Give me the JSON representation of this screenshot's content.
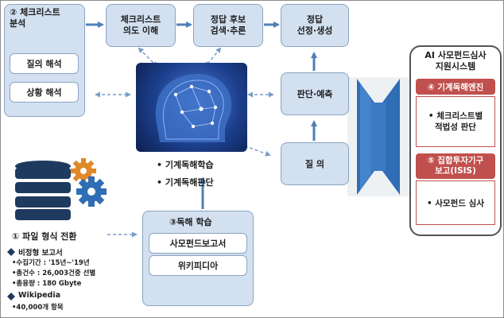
{
  "checklist_analysis": {
    "title": "② 체크리스트\n분석",
    "items": [
      "질의 해석",
      "상황 해석"
    ]
  },
  "flow": {
    "intent": "체크리스트\n의도 이해",
    "search": "정답 후보\n검색·추론",
    "select": "정답\n선정·생성",
    "judge": "판단·예측",
    "query": "질 의"
  },
  "brain": {
    "bullet1": "기계독해학습",
    "bullet2": "기계독해판단"
  },
  "reading": {
    "title": "③독해 학습",
    "items": [
      "사모펀드보고서",
      "위키피디아"
    ]
  },
  "file_conversion": {
    "title": "① 파일 형식 전환",
    "unstructured_title": "비정형 보고서",
    "unstructured_lines": [
      "•수집기간 : '15년~'19년",
      "•총건수 : 26,003건중 선별",
      "•총용량 : 180 Gbyte"
    ],
    "wiki_title": "Wikipedia",
    "wiki_lines": [
      "•40,000개 항목"
    ]
  },
  "ai_system": {
    "title": "AI 사모펀드심사\n지원시스템",
    "engine_header": "④ 기계독해엔진",
    "engine_item": "• 체크리스트별\n적법성 판단",
    "isis_header": "⑤ 집합투자기구\n보고(ISIS)",
    "isis_item": "• 사모펀드 심사"
  },
  "colors": {
    "box_fill": "#d3e0f0",
    "box_border": "#8aa3c2",
    "arrow": "#4f7fb5",
    "accent_red": "#c0504d",
    "brain_blue": "#1c3f8c"
  }
}
